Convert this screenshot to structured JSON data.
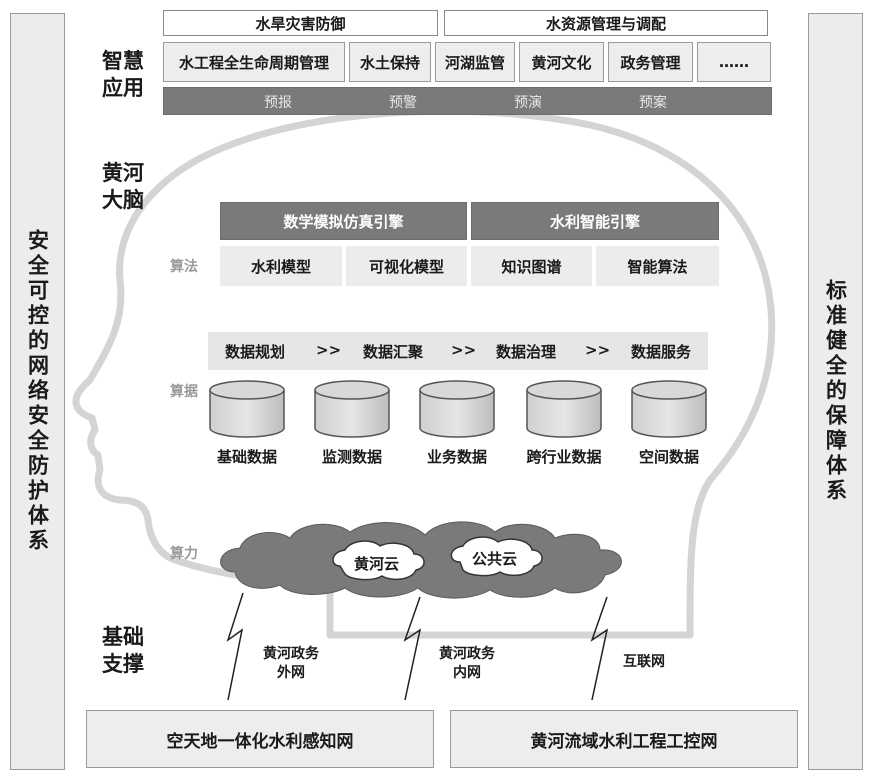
{
  "left_panel": {
    "text": "安全可控的网络安全防护体系"
  },
  "right_panel": {
    "text": "标准健全的保障体系"
  },
  "smart_app": {
    "label": "智慧\n应用",
    "top_headers": [
      "水旱灾害防御",
      "水资源管理与调配"
    ],
    "apps": [
      "水工程全生命周期管理",
      "水土保持",
      "河湖监管",
      "黄河文化",
      "政务管理",
      "……"
    ],
    "functions": [
      "预报",
      "预警",
      "预演",
      "预案"
    ]
  },
  "brain": {
    "label": "黄河\n大脑",
    "algorithm_label": "算法",
    "engines": [
      "数学模拟仿真引擎",
      "水利智能引擎"
    ],
    "models": [
      "水利模型",
      "可视化模型",
      "知识图谱",
      "智能算法"
    ],
    "data_label": "算据",
    "flow": [
      "数据规划",
      ">>",
      "数据汇聚",
      ">>",
      "数据治理",
      ">>",
      "数据服务"
    ],
    "databases": [
      "基础数据",
      "监测数据",
      "业务数据",
      "跨行业数据",
      "空间数据"
    ],
    "compute_label": "算力",
    "clouds": [
      "黄河云",
      "公共云"
    ]
  },
  "infrastructure": {
    "label": "基础\n支撑",
    "networks": [
      "黄河政务\n外网",
      "黄河政务\n内网",
      "互联网"
    ],
    "bottom": [
      "空天地一体化水利感知网",
      "黄河流域水利工程工控网"
    ]
  }
}
